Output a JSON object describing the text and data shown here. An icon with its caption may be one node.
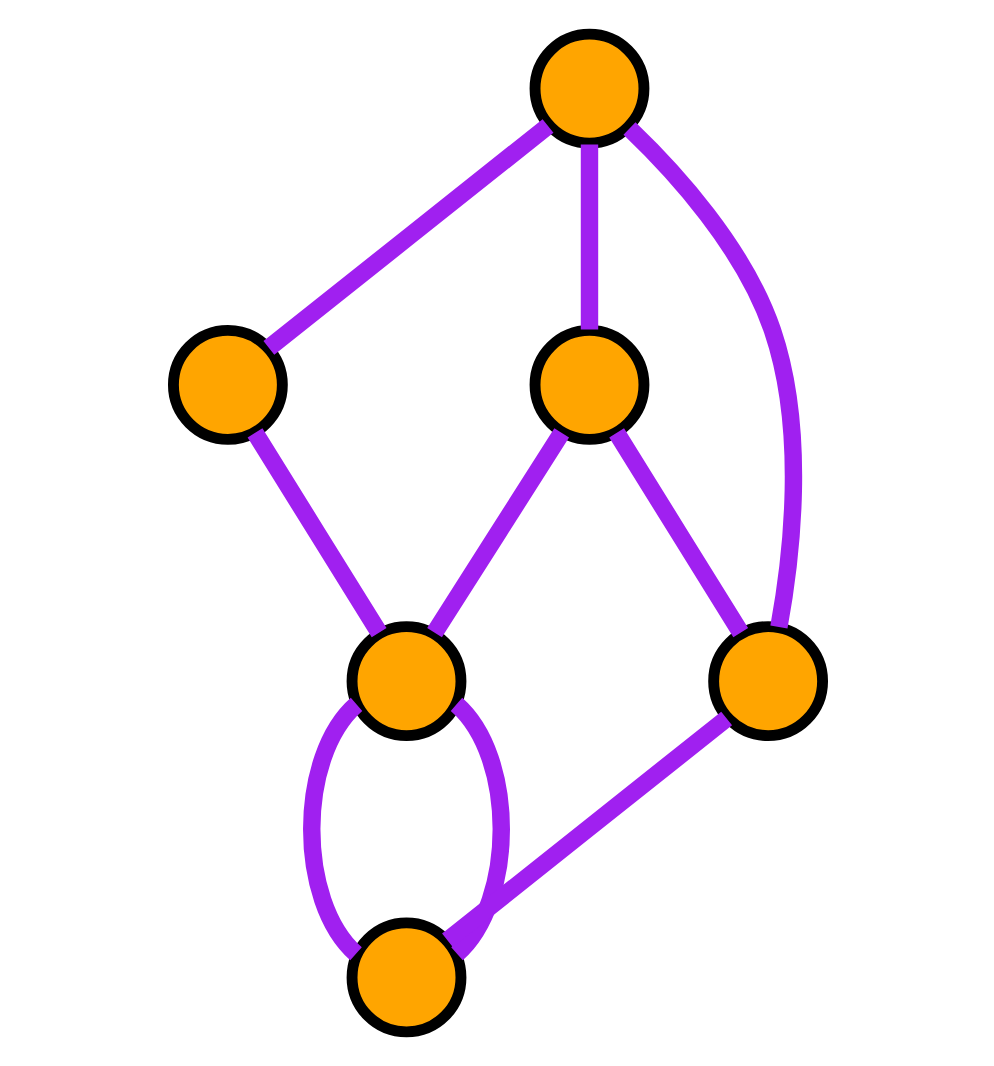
{
  "diagram": {
    "nodes": [
      {
        "text": [],
        "shape": "circle"
      },
      {
        "text": [],
        "shape": "circle"
      },
      {
        "text": [],
        "shape": "circle"
      },
      {
        "text": [],
        "shape": "circle"
      },
      {
        "text": [],
        "shape": "circle"
      },
      {
        "text": [],
        "shape": "circle"
      }
    ],
    "edges": [
      {
        "from": 0,
        "to": 2,
        "arrow": "none"
      },
      {
        "from": 0,
        "to": 1,
        "arrow": "none"
      },
      {
        "from": 0,
        "to": 4,
        "arrow": "none"
      },
      {
        "from": 1,
        "to": 3,
        "arrow": "none"
      },
      {
        "from": 1,
        "to": 4,
        "arrow": "none"
      },
      {
        "from": 2,
        "to": 3,
        "arrow": "none"
      },
      {
        "from": 3,
        "to": 5,
        "arrow": "none"
      },
      {
        "from": 3,
        "to": 5,
        "arrow": "none"
      },
      {
        "from": 4,
        "to": 5,
        "arrow": "none"
      }
    ]
  }
}
